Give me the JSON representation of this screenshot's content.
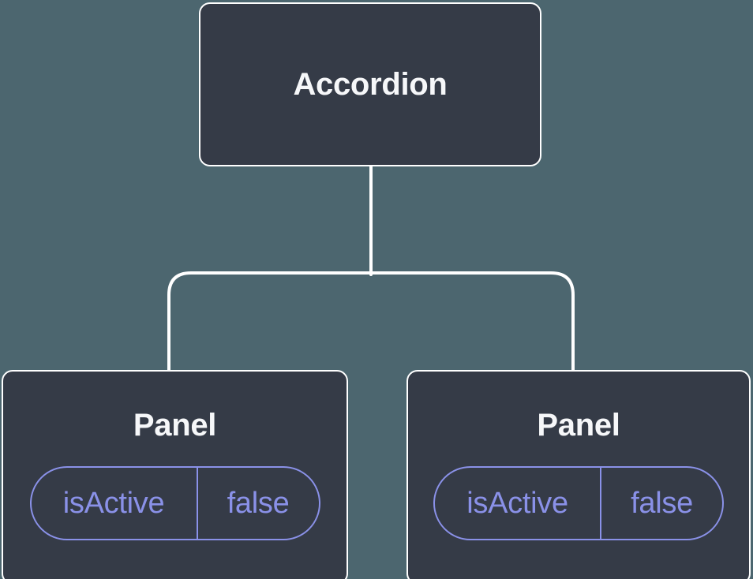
{
  "colors": {
    "background": "#4C666F",
    "node_fill": "#353B47",
    "node_border": "#FFFFFF",
    "connector": "#FFFFFF",
    "state_accent": "#8A91E8",
    "title_text": "#F6F7F9"
  },
  "tree": {
    "root": {
      "label": "Accordion"
    },
    "children": [
      {
        "label": "Panel",
        "state": {
          "key": "isActive",
          "value": "false"
        }
      },
      {
        "label": "Panel",
        "state": {
          "key": "isActive",
          "value": "false"
        }
      }
    ]
  }
}
